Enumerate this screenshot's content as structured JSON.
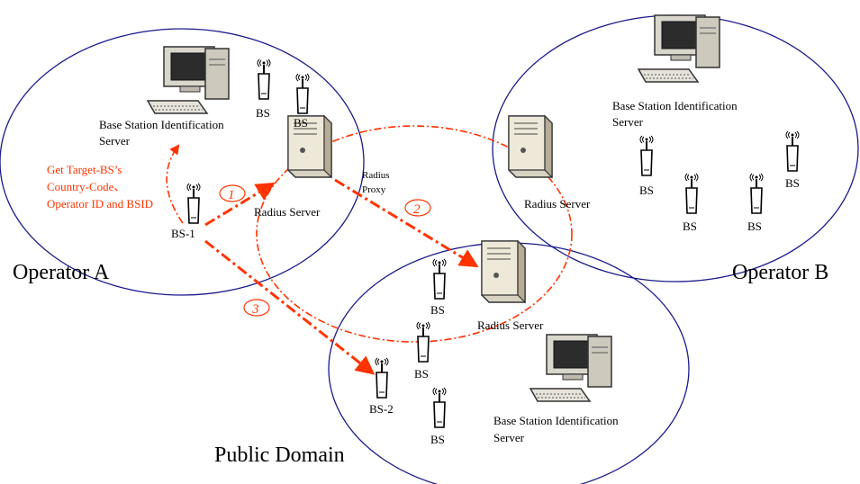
{
  "regions": {
    "operator_a": "Operator A",
    "operator_b": "Operator B",
    "public_domain": "Public Domain"
  },
  "servers": {
    "bsis_a_line1": "Base Station Identification",
    "bsis_a_line2": "Server",
    "bsis_b_line1": "Base Station Identification",
    "bsis_b_line2": "Server",
    "bsis_pub_line1": "Base Station Identification",
    "bsis_pub_line2": "Server",
    "radius_a": "Radius Server",
    "radius_b": "Radius Server",
    "radius_pub": "Radius Server",
    "radius_proxy_line1": "Radius",
    "radius_proxy_line2": "Proxy"
  },
  "stations": {
    "bs": "BS",
    "bs1": "BS-1",
    "bs2": "BS-2"
  },
  "annotation": {
    "line1": "Get Target-BS’s",
    "line2": "Country-Code、",
    "line3": "Operator ID and BSID"
  },
  "steps": {
    "s1": "1",
    "s2": "2",
    "s3": "3"
  },
  "colors": {
    "ellipse": "#1a1a8c",
    "flow": "#ff3300"
  }
}
